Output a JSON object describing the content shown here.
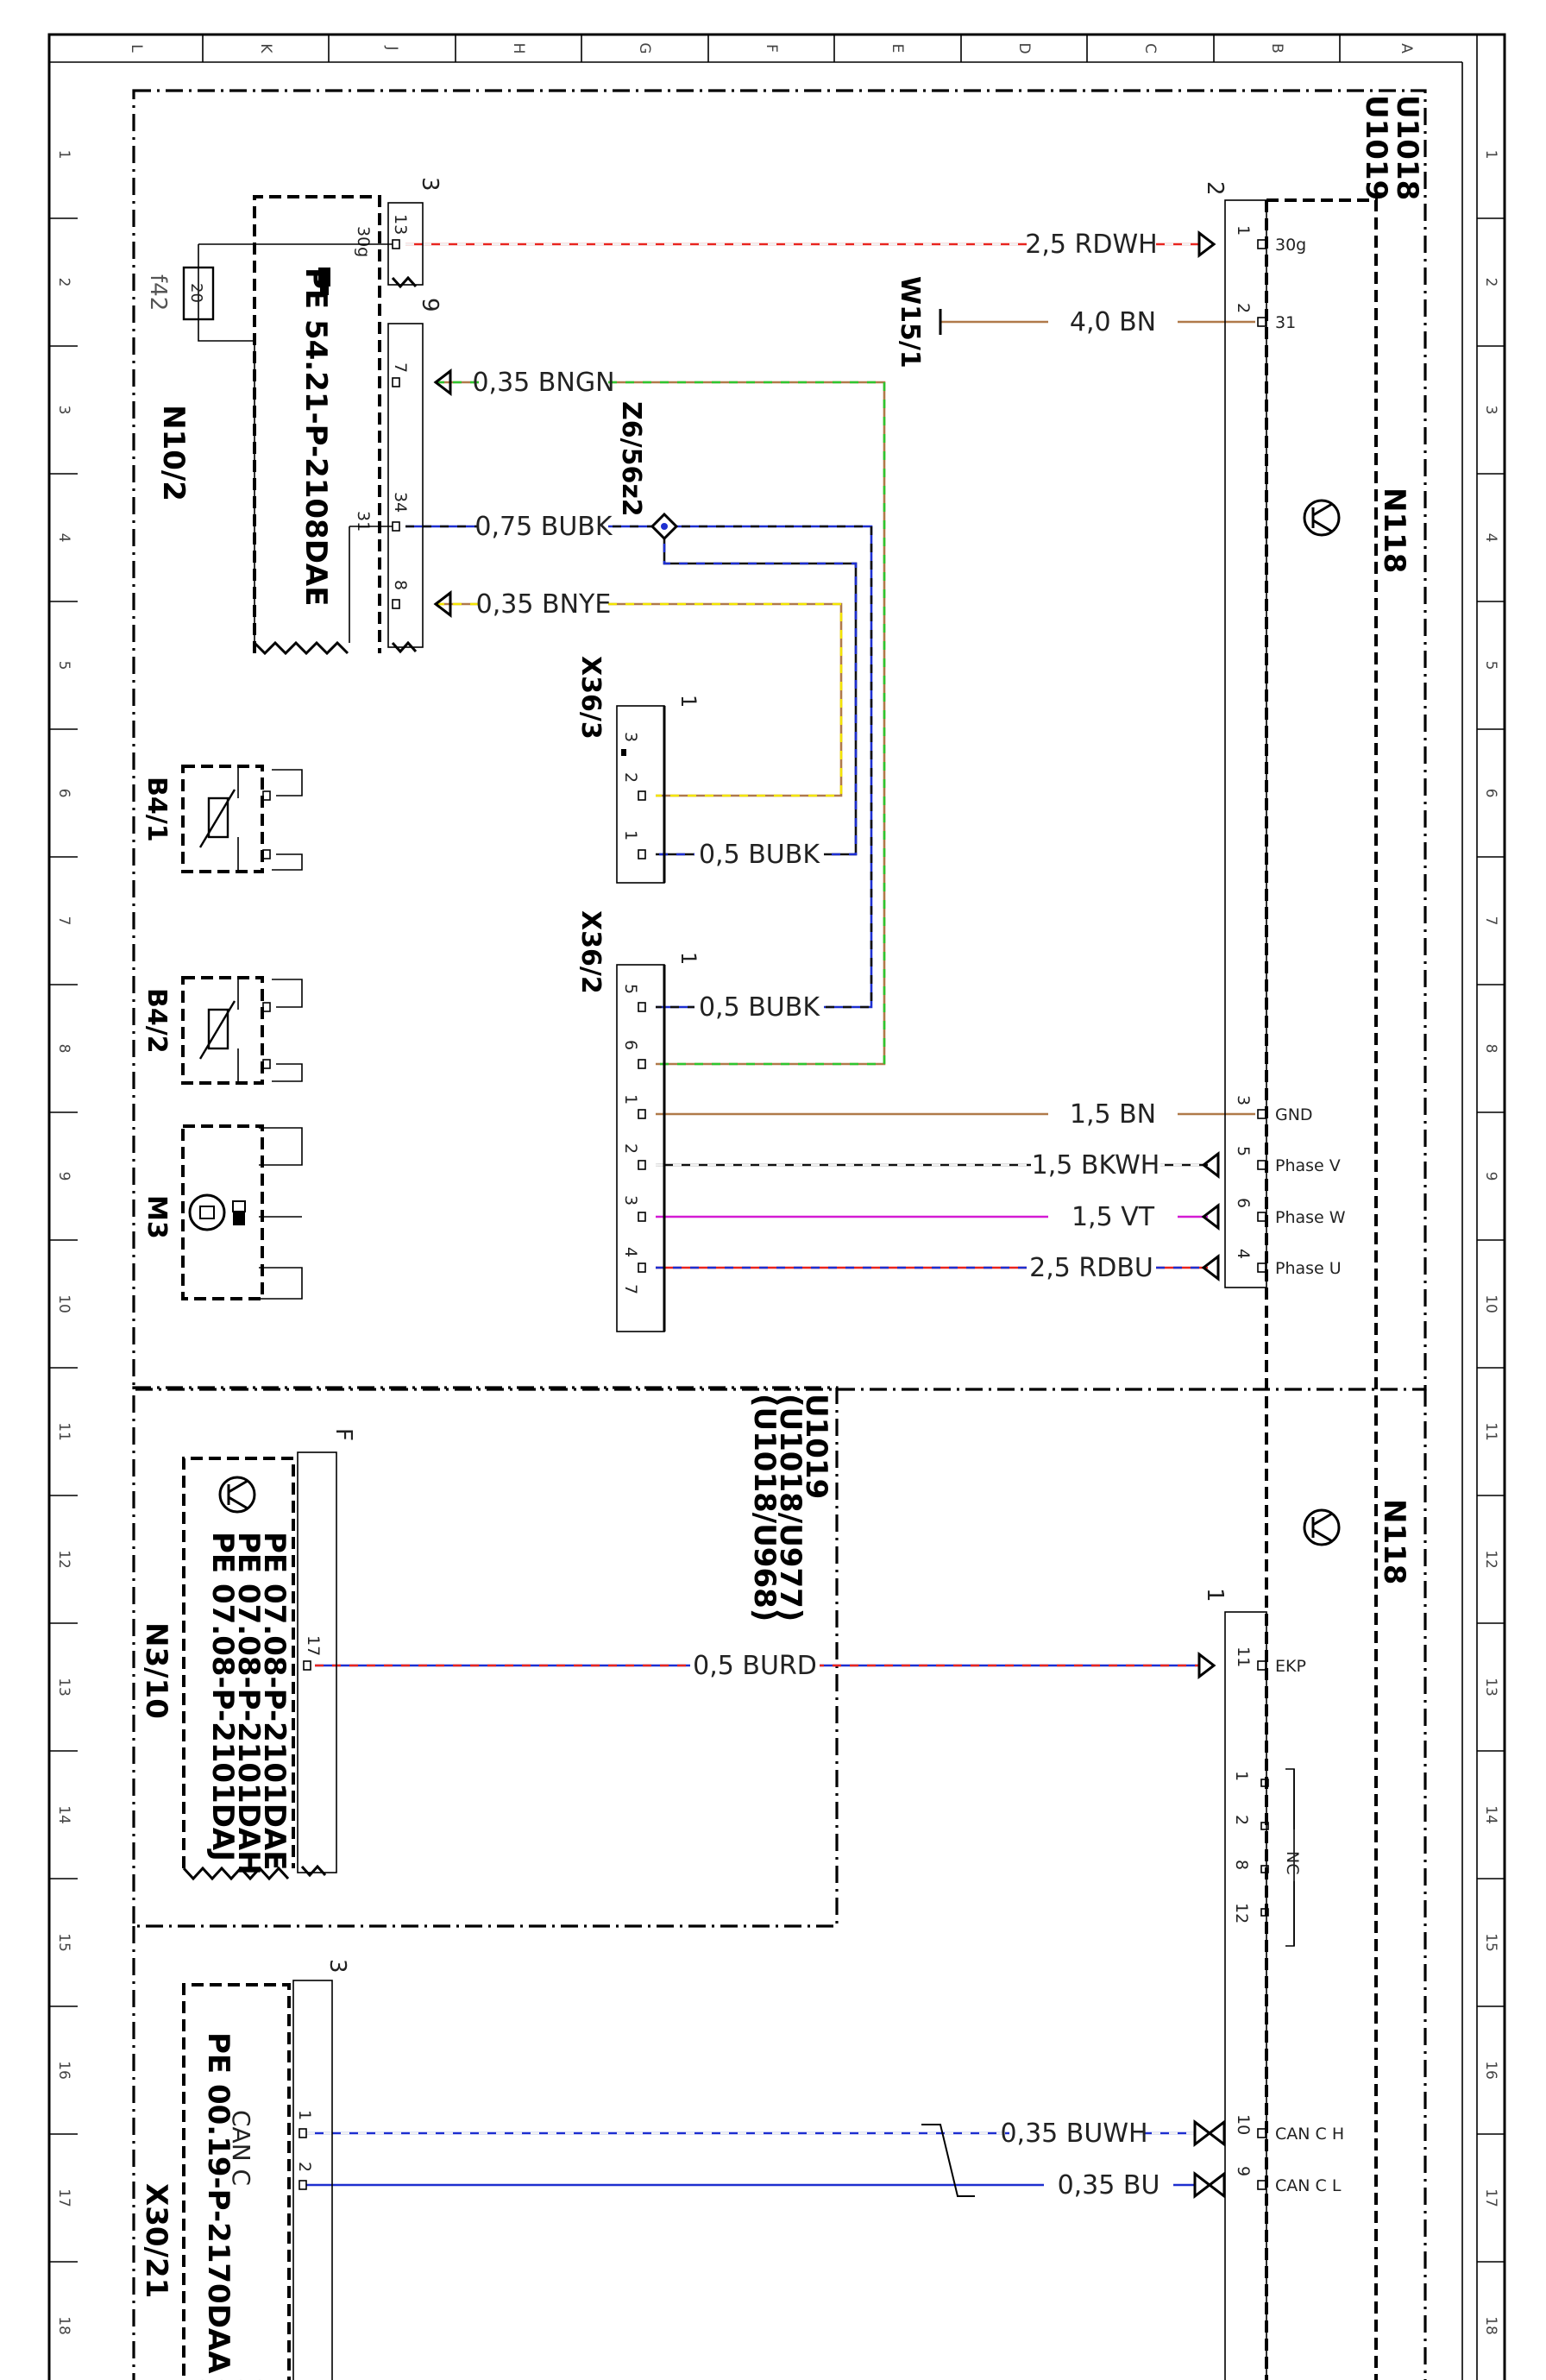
{
  "grid": {
    "columns": [
      "L",
      "K",
      "J",
      "H",
      "G",
      "F",
      "E",
      "D",
      "C",
      "B",
      "A"
    ],
    "rows": [
      "1",
      "2",
      "3",
      "4",
      "5",
      "6",
      "7",
      "8",
      "9",
      "10",
      "11",
      "12",
      "13",
      "14",
      "15",
      "16",
      "17",
      "18"
    ]
  },
  "components": {
    "u1018": "U1018",
    "u1019": "U1019",
    "n118_top": "N118",
    "n118_bottom": "N118",
    "n10_2": "N10/2",
    "n10_2_ref": "PE 54.21-P-2108DAE",
    "fuse_id": "f42",
    "fuse_value": "20",
    "w15_1": "W15/1",
    "z6_56z2": "Z6/56z2",
    "x36_3": "X36/3",
    "x36_2": "X36/2",
    "b4_1": "B4/1",
    "b4_2": "B4/2",
    "m3": "M3",
    "u1019_section": "U1019",
    "u1018_u977": "(U1018/U977)",
    "u1018_u968": "(U1018/U968)",
    "n3_10": "N3/10",
    "n3_10_ref1": "PE 07.08-P-2101DAE",
    "n3_10_ref2": "PE 07.08-P-2101DAH",
    "n3_10_ref3": "PE 07.08-P-2101DAJ",
    "x30_21": "X30/21",
    "x30_21_ref": "PE 00.19-P-2170DAA",
    "can_c": "CAN C",
    "nc": "NC"
  },
  "connector_ids": {
    "n118_upper": "2",
    "n118_lower": "1",
    "n10_2_a": "3",
    "n10_2_b": "9",
    "x36_3": "1",
    "x36_2": "1",
    "n3_10": "F",
    "x30_21": "3"
  },
  "n10_2_pins": {
    "p13": "13",
    "s30g": "30g",
    "p7": "7",
    "p34": "34",
    "s31": "31",
    "p8": "8"
  },
  "x36_3_pins": {
    "p3": "3",
    "p2": "2",
    "p1": "1"
  },
  "x36_2_pins": {
    "p5": "5",
    "p6": "6",
    "p1": "1",
    "p2": "2",
    "p3": "3",
    "p4": "4",
    "p7": "7"
  },
  "n3_10_pin": "17",
  "x30_21_pins": {
    "p1": "1",
    "p2": "2"
  },
  "n118_pins": [
    {
      "pin": "1",
      "signal": "30g"
    },
    {
      "pin": "2",
      "signal": "31"
    },
    {
      "pin": "3",
      "signal": "GND"
    },
    {
      "pin": "5",
      "signal": "Phase V"
    },
    {
      "pin": "6",
      "signal": "Phase W"
    },
    {
      "pin": "4",
      "signal": "Phase U"
    },
    {
      "pin": "11",
      "signal": "EKP"
    },
    {
      "pin": "10",
      "signal": "CAN C H"
    },
    {
      "pin": "9",
      "signal": "CAN C L"
    }
  ],
  "nc_pins": [
    "1",
    "2",
    "8",
    "12"
  ],
  "wires": {
    "rdwh": "2,5 RDWH",
    "bn40": "4,0 BN",
    "bngn": "0,35 BNGN",
    "bubk075": "0,75 BUBK",
    "bnye": "0,35 BNYE",
    "bubk05a": "0,5 BUBK",
    "bubk05b": "0,5 BUBK",
    "bn15": "1,5 BN",
    "bkwh": "1,5 BKWH",
    "vt": "1,5 VT",
    "rdbu": "2,5 RDBU",
    "burd": "0,5 BURD",
    "buwh": "0,35 BUWH",
    "bu": "0,35 BU"
  },
  "colors": {
    "red": "#e8241f",
    "white": "#f2f2f2",
    "brown": "#b07a4a",
    "green": "#2ec52e",
    "blue": "#1d2fd0",
    "black": "#111111",
    "yellow": "#f3e400",
    "violet": "#d41ad4"
  }
}
